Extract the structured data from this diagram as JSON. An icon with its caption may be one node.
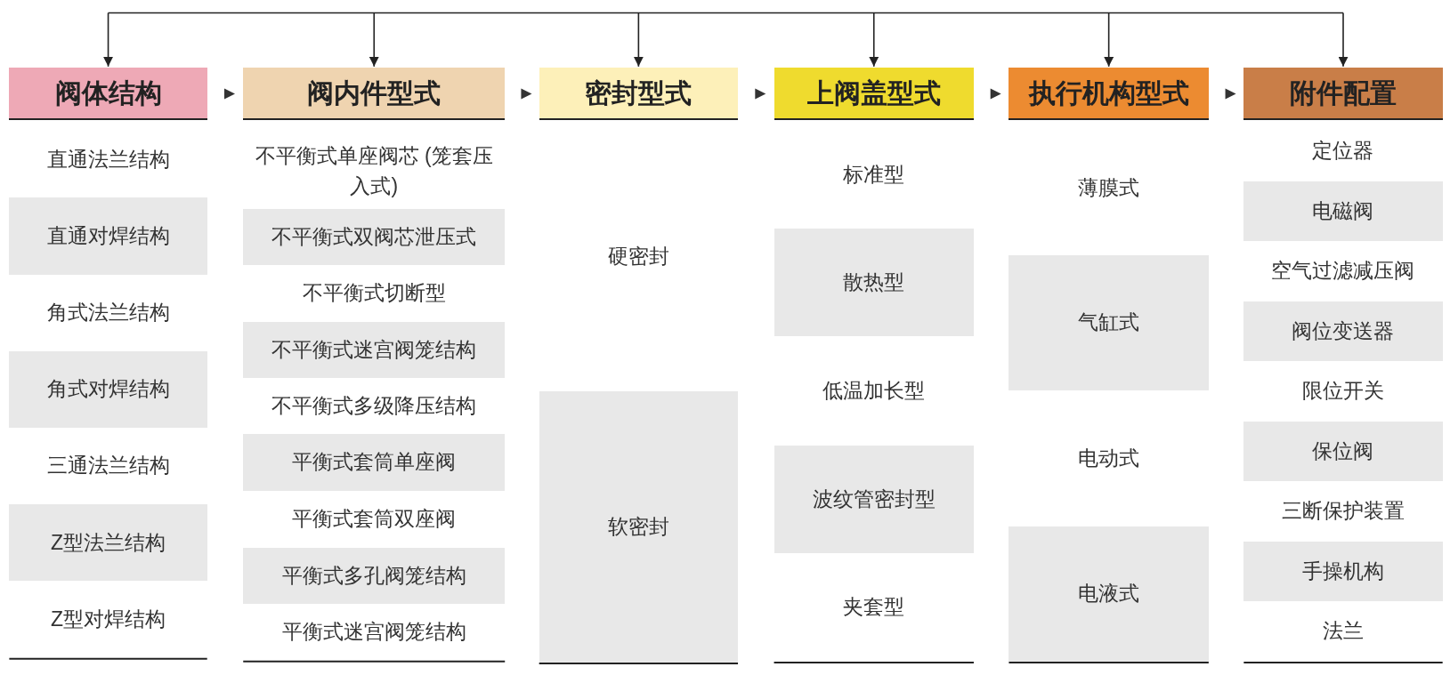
{
  "diagram": {
    "nodes": [
      {
        "text": [
          "阀体结构"
        ]
      },
      {
        "text": [
          "直通法兰结构"
        ]
      },
      {
        "text": [
          "直通对焊结构"
        ]
      },
      {
        "text": [
          "角式法兰结构"
        ]
      },
      {
        "text": [
          "角式对焊结构"
        ]
      },
      {
        "text": [
          "三通法兰结构"
        ]
      },
      {
        "text": [
          "Z型法兰结构"
        ]
      },
      {
        "text": [
          "Z型对焊结构"
        ]
      },
      {
        "text": [
          "阀内件型式"
        ]
      },
      {
        "text": [
          "不平衡式单座阀芯 (笼套压入式)"
        ]
      },
      {
        "text": [
          "不平衡式双阀芯泄压式"
        ]
      },
      {
        "text": [
          "不平衡式切断型"
        ]
      },
      {
        "text": [
          "不平衡式迷宫阀笼结构"
        ]
      },
      {
        "text": [
          "不平衡式多级降压结构"
        ]
      },
      {
        "text": [
          "平衡式套筒单座阀"
        ]
      },
      {
        "text": [
          "平衡式套筒双座阀"
        ]
      },
      {
        "text": [
          "平衡式多孔阀笼结构"
        ]
      },
      {
        "text": [
          "平衡式迷宫阀笼结构"
        ]
      },
      {
        "text": [
          "密封型式"
        ]
      },
      {
        "text": [
          "硬密封"
        ]
      },
      {
        "text": [
          "软密封"
        ]
      },
      {
        "text": [
          "上阀盖型式"
        ]
      },
      {
        "text": [
          "标准型"
        ]
      },
      {
        "text": [
          "散热型"
        ]
      },
      {
        "text": [
          "低温加长型"
        ]
      },
      {
        "text": [
          "波纹管密封型"
        ]
      },
      {
        "text": [
          "夹套型"
        ]
      },
      {
        "text": [
          "执行机构型式"
        ]
      },
      {
        "text": [
          "薄膜式"
        ]
      },
      {
        "text": [
          "气缸式"
        ]
      },
      {
        "text": [
          "电动式"
        ]
      },
      {
        "text": [
          "电液式"
        ]
      },
      {
        "text": [
          "附件配置"
        ]
      },
      {
        "text": [
          "定位器"
        ]
      },
      {
        "text": [
          "电磁阀"
        ]
      },
      {
        "text": [
          "空气过滤减压阀"
        ]
      },
      {
        "text": [
          "阀位变送器"
        ]
      },
      {
        "text": [
          "限位开关"
        ]
      },
      {
        "text": [
          "保位阀"
        ]
      },
      {
        "text": [
          "三断保护装置"
        ]
      },
      {
        "text": [
          "手操机构"
        ]
      },
      {
        "text": [
          "法兰"
        ]
      }
    ],
    "edges": [
      {
        "from": null,
        "to": 0,
        "arrow": "to"
      },
      {
        "from": null,
        "to": 8,
        "arrow": "to"
      },
      {
        "from": null,
        "to": 18,
        "arrow": "to"
      },
      {
        "from": null,
        "to": 21,
        "arrow": "to"
      },
      {
        "from": null,
        "to": 27,
        "arrow": "to"
      },
      {
        "from": null,
        "to": 32,
        "arrow": "to"
      },
      {
        "from": 0,
        "to": 8,
        "arrow": "to"
      },
      {
        "from": 8,
        "to": 18,
        "arrow": "to"
      },
      {
        "from": 18,
        "to": 21,
        "arrow": "to"
      },
      {
        "from": 21,
        "to": 27,
        "arrow": "to"
      },
      {
        "from": 27,
        "to": 32,
        "arrow": "to"
      }
    ]
  }
}
